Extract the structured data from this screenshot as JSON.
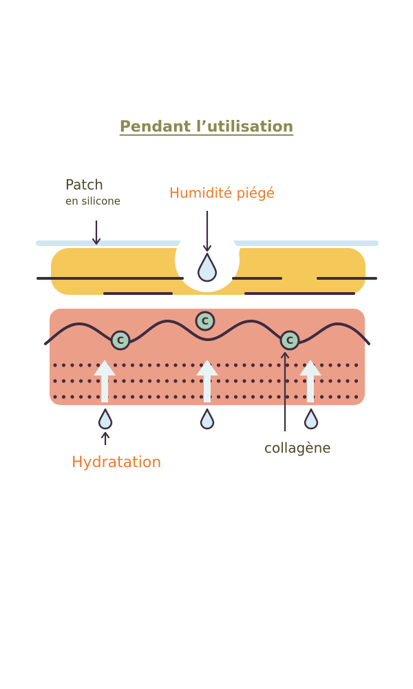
{
  "title": "Pendant  l’utilisation",
  "labels": {
    "patch": "Patch",
    "patch_sub": "en silicone",
    "humidity": "Humidité piégé",
    "collagen": "collagène",
    "hydration": "Hydratation"
  },
  "collagen_marker": "C",
  "colors": {
    "title": "#8a8a52",
    "dark_label": "#4a4a2a",
    "orange": "#f07a2a",
    "line": "#3d2b42",
    "silicone_strip": "#cfe6f2",
    "patch_yellow": "#f5c85a",
    "skin": "#ec9f88",
    "dots": "#4a2b3e",
    "arrow_light": "#e8f3f5",
    "collagen_fill": "#a9cfb3",
    "drop_fill": "#d6ebf5"
  }
}
